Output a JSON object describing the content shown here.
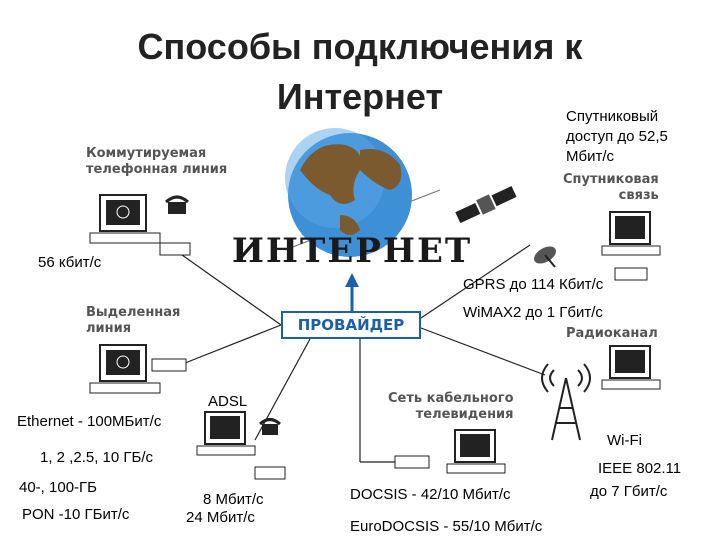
{
  "title_line1": "Способы подключения к",
  "title_line2": "Интернет",
  "center": {
    "internet": "ИНТЕРНЕТ",
    "provider": "ПРОВАЙДЕР"
  },
  "nodes": {
    "dialup": "Коммутируемая\nтелефонная линия",
    "leased": "Выделенная\nлиния",
    "adsl": "ADSL",
    "cable": "Сеть кабельного\nтелевидения",
    "satellite": "Спутниковая\nсвязь",
    "radio": "Радиоканал"
  },
  "speeds": {
    "dialup": "56 кбит/с",
    "ethernet": "Ethernet - 100МБит/с",
    "eth_gb": "1, 2 ,2.5, 10 ГБ/с",
    "pon1": "40-,  100-ГБ",
    "pon2": "PON -10 ГБит/с",
    "adsl1": "8 Мбит/с",
    "adsl2": "24 Мбит/с",
    "docsis": "DOCSIS - 42/10 Мбит/с",
    "eurodocsis": "EuroDOCSIS - 55/10 Мбит/с",
    "satellite": "Спутниковый\nдоступ до 52,5\nМбит/с",
    "gprs": "GPRS до 114 Кбит/с",
    "wimax": "WiMAX2 до 1 Гбит/с",
    "wifi": "Wi-Fi",
    "ieee1": "IEEE 802.11",
    "ieee2": "до 7 Гбит/с"
  }
}
